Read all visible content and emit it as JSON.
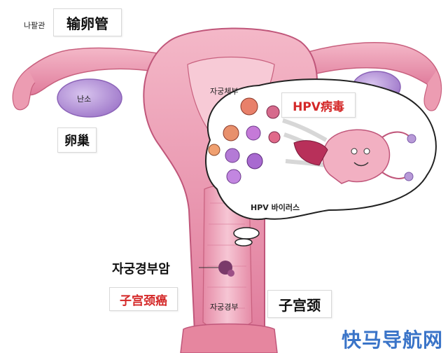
{
  "labels": {
    "fallopian_ko": "나팔관",
    "fallopian_cn": "输卵管",
    "ovary_ko": "난소",
    "ovary_cn": "卵巢",
    "uterus_body_ko": "자궁체부",
    "hpv_virus_cn": "HPV病毒",
    "hpv_virus_ko": "HPV 바이러스",
    "cervical_cancer_ko": "자궁경부암",
    "cervical_cancer_cn": "子宫颈癌",
    "cervix_ko": "자궁경부",
    "cervix_cn": "子宫颈",
    "watermark": "快马导航网"
  },
  "colors": {
    "tissue": "#e89ab0",
    "tissue_dark": "#c85c7e",
    "inner": "#f2b7c7",
    "ovary": "#b89ad8",
    "virus_colors": [
      "#e87a5a",
      "#d45a8a",
      "#a86ad8",
      "#f0a070"
    ],
    "accent_red": "#d42828",
    "watermark_blue": "#3a74c8"
  }
}
